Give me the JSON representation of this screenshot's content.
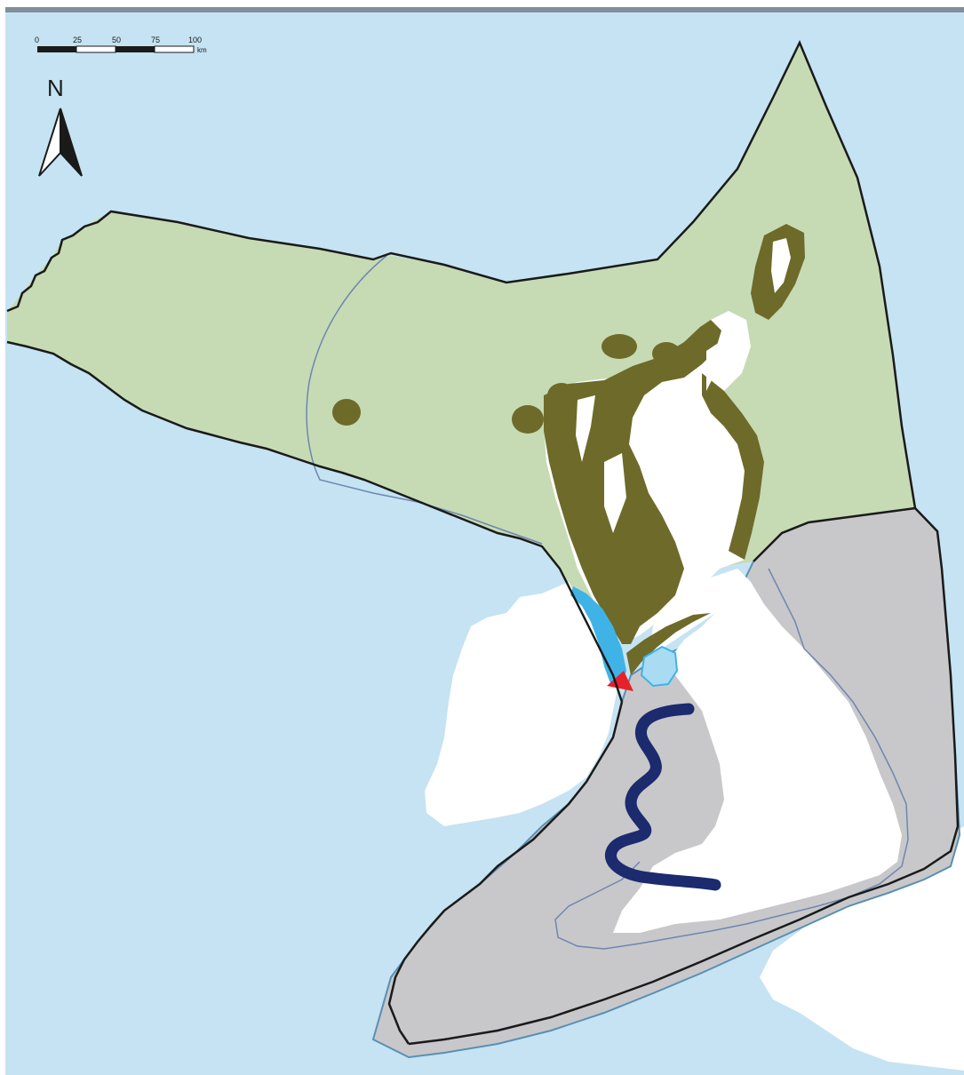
{
  "map": {
    "north_label": "N",
    "scale_bar": {
      "ticks": [
        "0",
        "25",
        "50",
        "75",
        "100"
      ],
      "unit": "km"
    },
    "colors": {
      "sea": "#c5e3f2",
      "zone_green": "#c6dbb4",
      "zone_grey": "#c8c8ca",
      "land": "#ffffff",
      "terrain_olive": "#6e6a2a",
      "river_navy": "#1c2a6e",
      "coast_cyan": "#3fb3e6",
      "marker_red": "#e8202a",
      "boundary": "#1a1a1a",
      "inner_line": "#6f86b0"
    },
    "footnote_lines": [
      "",
      "",
      "",
      "",
      "",
      ""
    ]
  }
}
